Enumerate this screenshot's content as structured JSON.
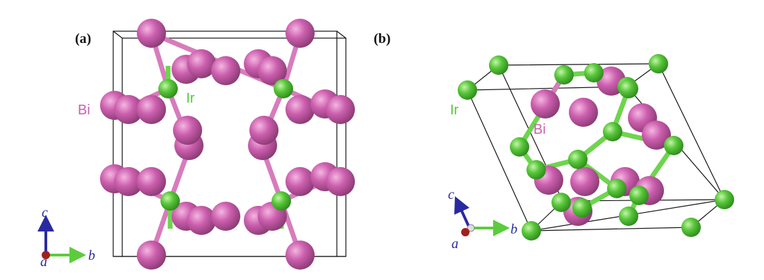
{
  "panels": [
    {
      "label": "(a)",
      "labels": {
        "bi": "Bi",
        "ir": "Ir"
      },
      "axes": {
        "c": "c",
        "b": "b",
        "a": "a"
      }
    },
    {
      "label": "(b)",
      "labels": {
        "bi": "Bi",
        "ir": "Ir"
      },
      "axes": {
        "c": "c",
        "b": "b",
        "a": "a"
      }
    }
  ],
  "colors": {
    "bi": "#cc5fae",
    "ir": "#58c63a",
    "bond_bi": "#d77cbc",
    "bond_ir": "#6fd44e",
    "cell": "#111111",
    "axis_c": "#2a2aa0",
    "axis_b": "#5ccc3c",
    "axis_a": "#a02020"
  }
}
